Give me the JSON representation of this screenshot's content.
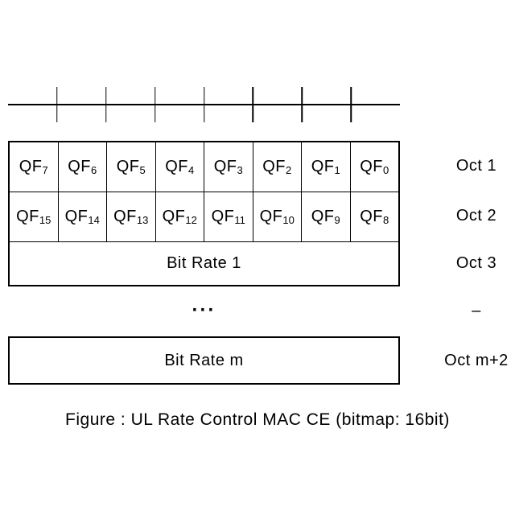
{
  "colors": {
    "ink": "#000000",
    "background": "#ffffff"
  },
  "ruler": {
    "tick_count": 7
  },
  "bitmap_table": {
    "rows": [
      {
        "oct_label": "Oct 1",
        "cells": [
          {
            "base": "QF",
            "sub": "7"
          },
          {
            "base": "QF",
            "sub": "6"
          },
          {
            "base": "QF",
            "sub": "5"
          },
          {
            "base": "QF",
            "sub": "4"
          },
          {
            "base": "QF",
            "sub": "3"
          },
          {
            "base": "QF",
            "sub": "2"
          },
          {
            "base": "QF",
            "sub": "1"
          },
          {
            "base": "QF",
            "sub": "0"
          }
        ]
      },
      {
        "oct_label": "Oct 2",
        "cells": [
          {
            "base": "QF",
            "sub": "15"
          },
          {
            "base": "QF",
            "sub": "14"
          },
          {
            "base": "QF",
            "sub": "13"
          },
          {
            "base": "QF",
            "sub": "12"
          },
          {
            "base": "QF",
            "sub": "11"
          },
          {
            "base": "QF",
            "sub": "10"
          },
          {
            "base": "QF",
            "sub": "9"
          },
          {
            "base": "QF",
            "sub": "8"
          }
        ]
      }
    ],
    "bit_rate_row": {
      "text": "Bit Rate 1",
      "oct_label": "Oct 3"
    }
  },
  "continuation": {
    "ellipsis": "···",
    "oct_label": "–"
  },
  "bit_rate_m_row": {
    "text": "Bit Rate m",
    "oct_label": "Oct m+2"
  },
  "caption": "Figure : UL Rate Control MAC CE (bitmap: 16bit)"
}
